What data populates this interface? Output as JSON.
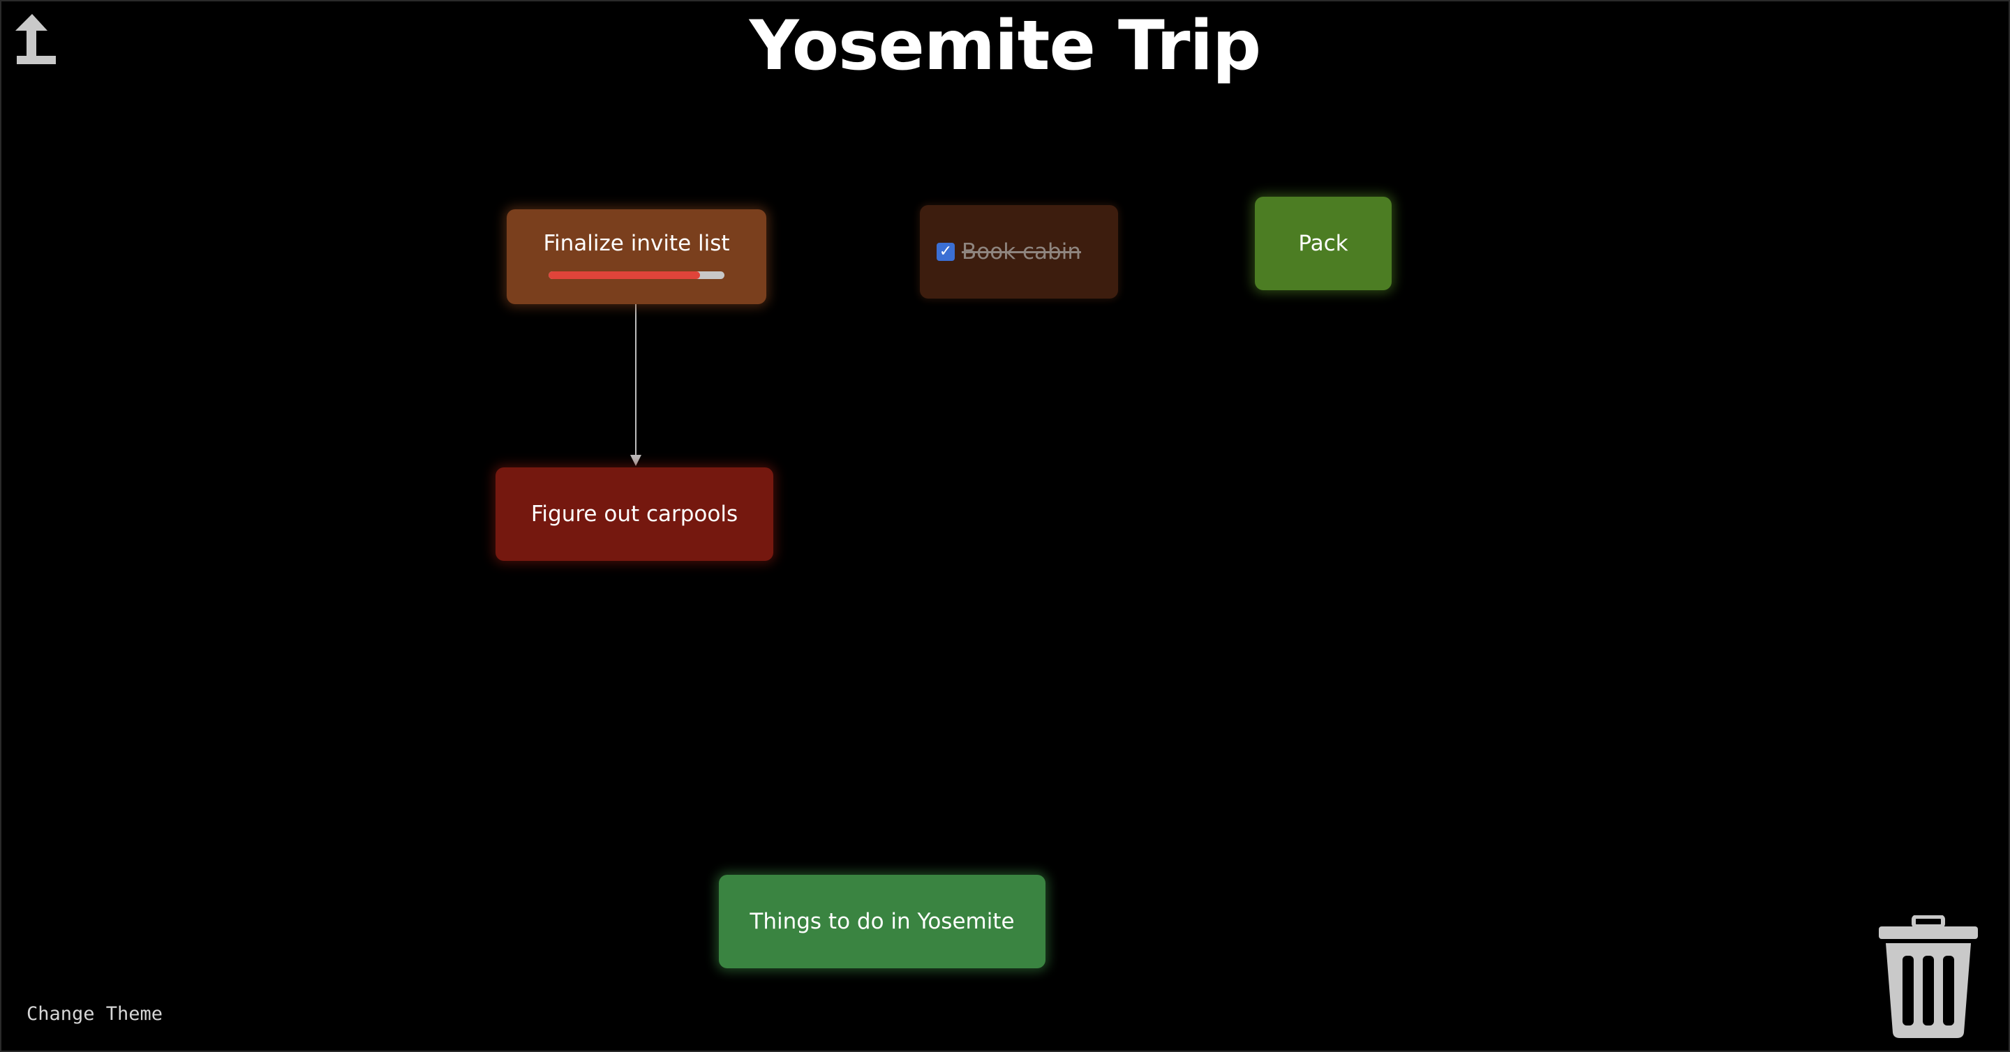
{
  "page": {
    "title": "Yosemite Trip"
  },
  "toolbar": {
    "back_icon": "undo-arrow-icon",
    "change_theme_label": "Change Theme",
    "trash_icon": "trash-icon"
  },
  "nodes": [
    {
      "label": "Finalize invite list",
      "color": "#7a3f1d",
      "progress": 0.86,
      "progress_color": "#e0443a",
      "completed": false
    },
    {
      "label": "Figure out carpools",
      "color": "#75180f",
      "completed": false
    },
    {
      "label": "Book cabin",
      "color": "#3d1d0e",
      "completed": true
    },
    {
      "label": "Pack",
      "color": "#4c7d23",
      "completed": false
    },
    {
      "label": "Things to do in Yosemite",
      "color": "#3a8441",
      "completed": false
    }
  ],
  "edges": [
    {
      "from": "Finalize invite list",
      "to": "Figure out carpools"
    }
  ]
}
